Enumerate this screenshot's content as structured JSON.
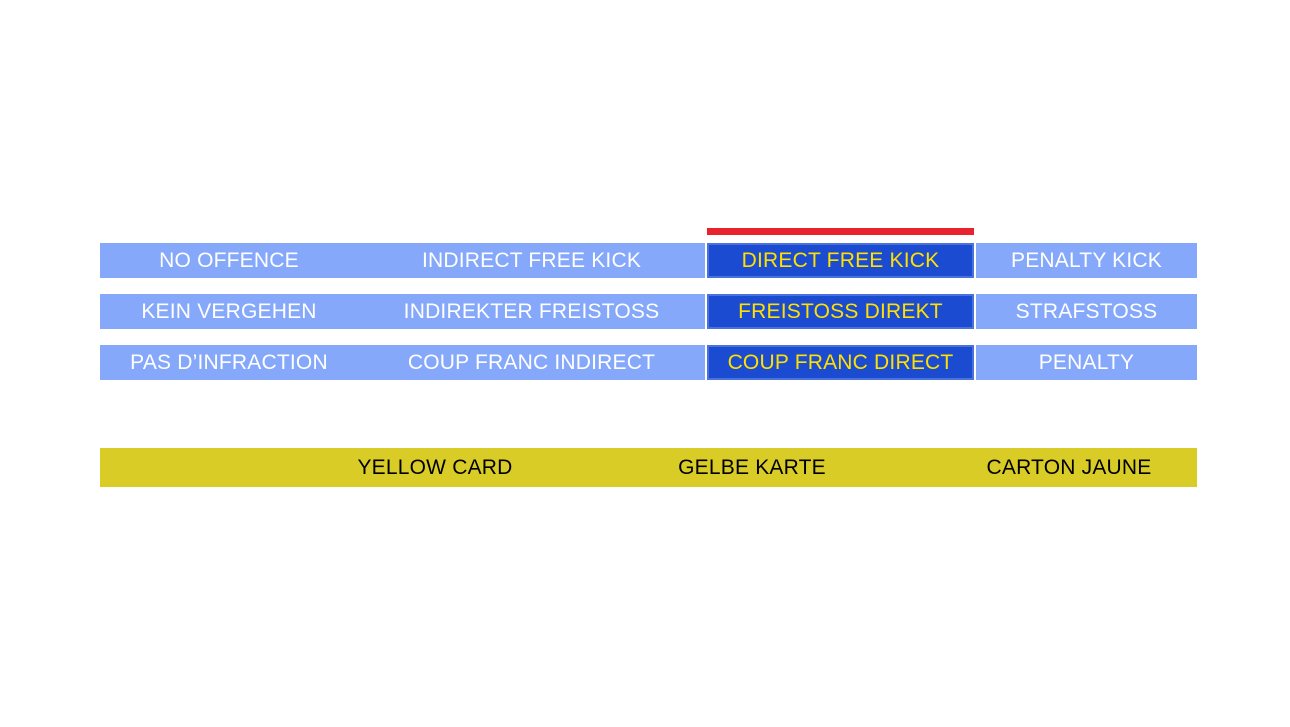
{
  "colors": {
    "background": "#ffffff",
    "cell_default": "#85a8fb",
    "cell_highlight": "#1a4bd1",
    "cell_highlight_border": "#4a72de",
    "highlight_text": "#ffe000",
    "default_text": "#ffffff",
    "accent_rail": "#e8232e",
    "card_bar": "#d9cc27",
    "card_text": "#000000"
  },
  "matrix": {
    "rows": [
      {
        "language": "english",
        "cells": [
          {
            "label": "NO OFFENCE",
            "state": "default"
          },
          {
            "label": "INDIRECT FREE KICK",
            "state": "default"
          },
          {
            "label": "DIRECT FREE KICK",
            "state": "highlighted"
          },
          {
            "label": "PENALTY KICK",
            "state": "default"
          }
        ]
      },
      {
        "language": "german",
        "cells": [
          {
            "label": "KEIN VERGEHEN",
            "state": "default"
          },
          {
            "label": "INDIREKTER FREISTOSS",
            "state": "default"
          },
          {
            "label": "FREISTOSS DIREKT",
            "state": "highlighted"
          },
          {
            "label": "STRAFSTOSS",
            "state": "default"
          }
        ]
      },
      {
        "language": "french",
        "cells": [
          {
            "label": "PAS D’INFRACTION",
            "state": "default"
          },
          {
            "label": "COUP FRANC INDIRECT",
            "state": "default"
          },
          {
            "label": "COUP FRANC DIRECT",
            "state": "highlighted"
          },
          {
            "label": "PENALTY",
            "state": "default"
          }
        ]
      }
    ]
  },
  "card_bar": {
    "labels": [
      {
        "label": "YELLOW CARD",
        "language": "english"
      },
      {
        "label": "GELBE KARTE",
        "language": "german"
      },
      {
        "label": "CARTON JAUNE",
        "language": "french"
      }
    ]
  }
}
